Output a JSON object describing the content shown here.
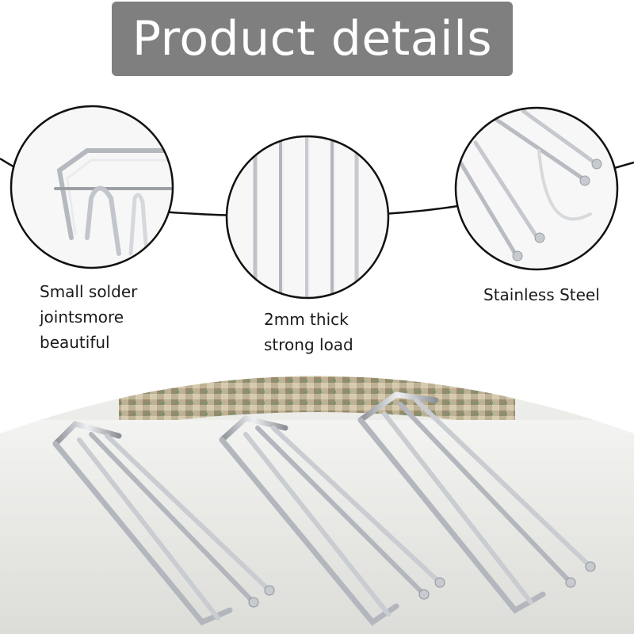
{
  "header": {
    "title": "Product details"
  },
  "callouts": [
    {
      "lines": [
        "Small solder",
        "jointsmore",
        "beautiful"
      ],
      "icon": "solder-joint-closeup"
    },
    {
      "lines": [
        "2mm thick",
        "strong load"
      ],
      "icon": "wire-thickness-closeup"
    },
    {
      "lines": [
        "Stainless Steel"
      ],
      "icon": "steel-prong-closeup"
    }
  ],
  "colors": {
    "title_bg": "#7f7f7f",
    "title_text": "#ffffff",
    "metal": "#c9ccd1",
    "fabric": "#eeeeec",
    "curtain_pattern": "#a99878"
  }
}
